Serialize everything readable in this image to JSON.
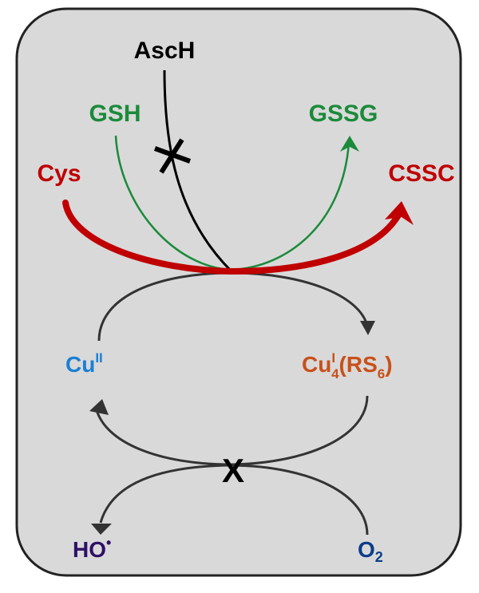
{
  "diagram": {
    "colors": {
      "background": "#d9d9d9",
      "border": "#222222",
      "thiol_red": "#c00000",
      "glutathione_green": "#1b8a3a",
      "ascorbate_black": "#000000",
      "cycle_gray": "#333333",
      "cu2_blue": "#1a7fd4",
      "cu1_orange": "#c8501a",
      "hydroxyl_purple": "#2e1068",
      "oxygen_blue": "#0b3e8a"
    },
    "labels": {
      "asch": "AscH",
      "gsh": "GSH",
      "gssg": "GSSG",
      "cys": "Cys",
      "cssc": "CSSC",
      "cu2": {
        "base": "Cu",
        "sup": "II"
      },
      "cu1": {
        "base": "Cu",
        "sup": "I",
        "sub": "4",
        "paren_open": "(RS",
        "sub2": "6",
        "paren_close": ")"
      },
      "hydroxyl": {
        "base": "HO",
        "radical": "•"
      },
      "oxygen": {
        "base": "O",
        "sub": "2"
      },
      "blocked_mark": "X"
    },
    "pathways": [
      {
        "from": "Cys",
        "to": "CSSC",
        "type": "oxidation",
        "blocked": false
      },
      {
        "from": "GSH",
        "to": "GSSG",
        "type": "oxidation",
        "blocked": false
      },
      {
        "from": "AscH",
        "to": "CuII reduction",
        "type": "reduction",
        "blocked": true
      },
      {
        "from": "CuII",
        "to": "CuI4(RS6)",
        "type": "reduction",
        "blocked": false
      },
      {
        "from": "CuI4(RS6)",
        "to": "CuII",
        "type": "oxidation",
        "blocked": false
      },
      {
        "from": "O2",
        "to": "HO•",
        "type": "redox",
        "blocked": true
      }
    ]
  }
}
